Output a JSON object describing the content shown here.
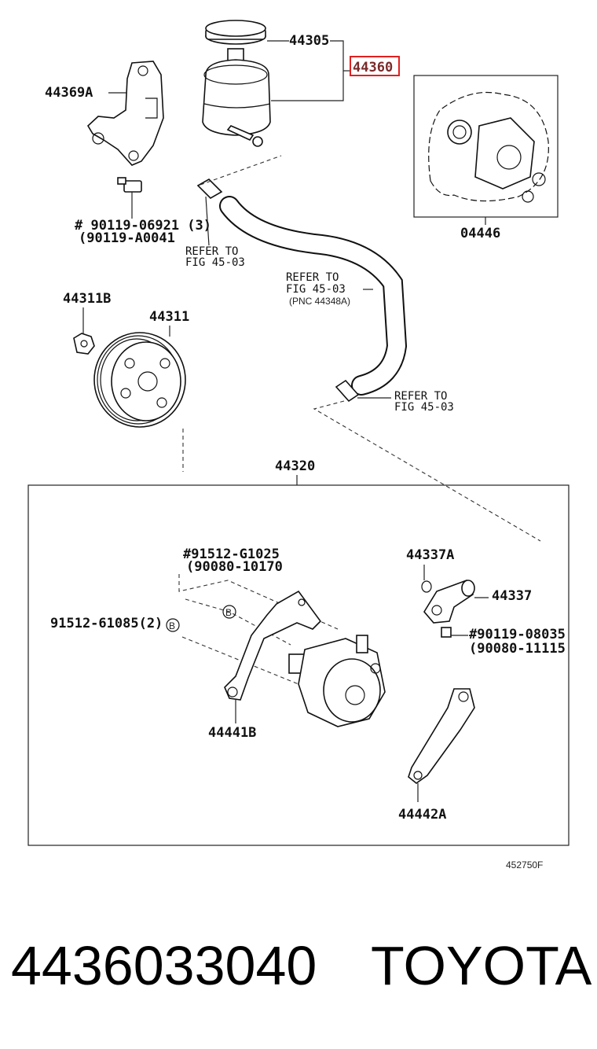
{
  "labels": {
    "p44305": "44305",
    "p44360": "44360",
    "p44369A": "44369A",
    "p90119_06921": "# 90119-06921 (3)",
    "p90119_A0041": "(90119-A0041",
    "refer1a": "REFER TO",
    "refer1b": "FIG 45-03",
    "refer2a": "REFER TO",
    "refer2b": "FIG 45-03",
    "refer2c": "(PNC 44348A)",
    "refer3a": "REFER TO",
    "refer3b": "FIG 45-03",
    "p04446": "04446",
    "p44311B": "44311B",
    "p44311": "44311",
    "p44320": "44320",
    "p91512_G1025": "#91512-G1025",
    "p90080_10170": "(90080-10170",
    "p44337A": "44337A",
    "p44337": "44337",
    "p91512_61085": "91512-61085(2)",
    "b1": "B",
    "b2": "B",
    "p90119_08035": "#90119-08035",
    "p90080_11115": "(90080-11115",
    "p44441B": "44441B",
    "p44442A": "44442A",
    "figure_code": "452750F"
  },
  "footer": {
    "part_number": "4436033040",
    "brand": "TOYOTA"
  },
  "colors": {
    "highlight_box": "#e02020",
    "highlight_text": "#7a2a2a"
  }
}
